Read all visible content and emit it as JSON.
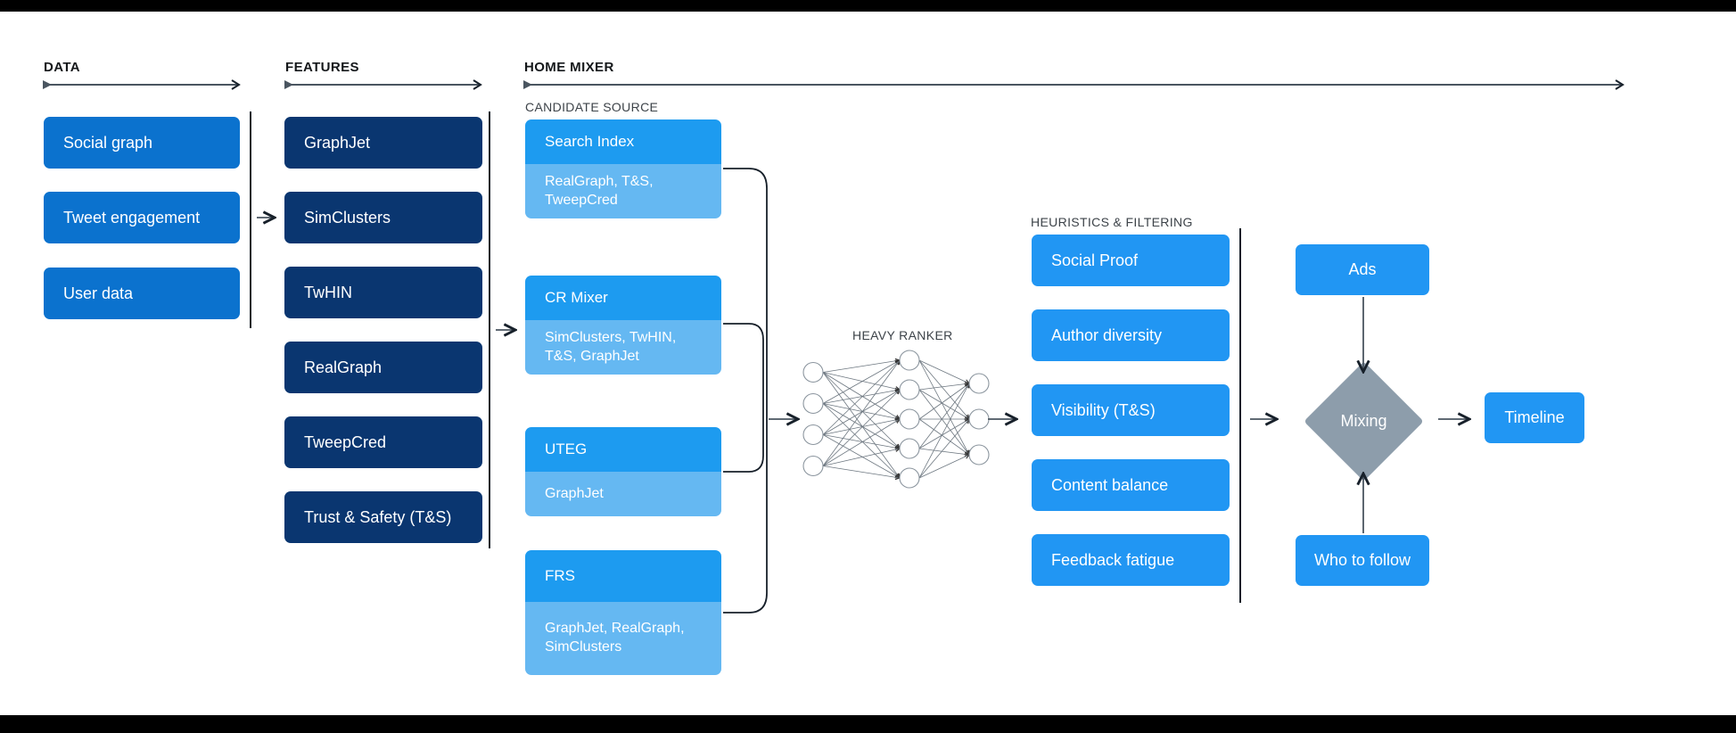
{
  "sections": [
    {
      "id": "data",
      "title": "DATA"
    },
    {
      "id": "features",
      "title": "FEATURES"
    },
    {
      "id": "home_mixer",
      "title": "HOME MIXER"
    }
  ],
  "column_labels": {
    "candidate_source": "CANDIDATE SOURCE",
    "heavy_ranker": "HEAVY RANKER",
    "heuristics": "HEURISTICS & FILTERING"
  },
  "data_boxes": [
    {
      "label": "Social graph"
    },
    {
      "label": "Tweet engagement"
    },
    {
      "label": "User data"
    }
  ],
  "feature_boxes": [
    {
      "label": "GraphJet"
    },
    {
      "label": "SimClusters"
    },
    {
      "label": "TwHIN"
    },
    {
      "label": "RealGraph"
    },
    {
      "label": "TweepCred"
    },
    {
      "label": "Trust & Safety (T&S)"
    }
  ],
  "candidate_sources": [
    {
      "name": "Search Index",
      "features": "RealGraph, T&S, TweepCred"
    },
    {
      "name": "CR Mixer",
      "features": "SimClusters, TwHIN, T&S, GraphJet"
    },
    {
      "name": "UTEG",
      "features": "GraphJet"
    },
    {
      "name": "FRS",
      "features": "GraphJet, RealGraph, SimClusters"
    }
  ],
  "heuristics_boxes": [
    {
      "label": "Social Proof"
    },
    {
      "label": "Author diversity"
    },
    {
      "label": "Visibility (T&S)"
    },
    {
      "label": "Content balance"
    },
    {
      "label": "Feedback fatigue"
    }
  ],
  "outputs": {
    "ads": "Ads",
    "mixing": "Mixing",
    "who_to_follow": "Who to follow",
    "timeline": "Timeline"
  },
  "neural_net": {
    "input_nodes": 4,
    "hidden_nodes": 5,
    "output_nodes": 3
  },
  "colors": {
    "data_box": "#0b72ce",
    "feature_box": "#0a3670",
    "candidate_header": "#1d9bf0",
    "candidate_body": "#65b8f2",
    "heuristic_box": "#2196f3",
    "mixing_diamond": "#8d9dab",
    "connector": "#4a5560",
    "letterbox": "#000000"
  }
}
